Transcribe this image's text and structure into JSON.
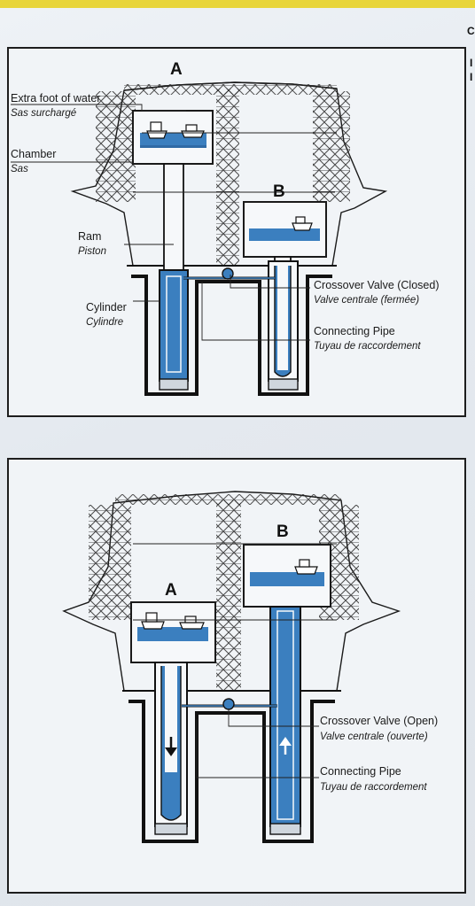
{
  "colors": {
    "water": "#3b7fbf",
    "line": "#1a1a1a",
    "panel": "#f1f4f7",
    "strip": "#e8d53a"
  },
  "edge_marks": [
    "C",
    "I",
    "I"
  ],
  "top_panel": {
    "caisson_a": "A",
    "caisson_b": "B",
    "labels": {
      "extra_foot_en": "Extra foot of water",
      "extra_foot_fr": "Sas surchargé",
      "chamber_en": "Chamber",
      "chamber_fr": "Sas",
      "ram_en": "Ram",
      "ram_fr": "Piston",
      "cylinder_en": "Cylinder",
      "cylinder_fr": "Cylindre",
      "valve_en": "Crossover Valve (Closed)",
      "valve_fr": "Valve centrale (fermée)",
      "pipe_en": "Connecting Pipe",
      "pipe_fr": "Tuyau de raccordement"
    }
  },
  "bottom_panel": {
    "caisson_a": "A",
    "caisson_b": "B",
    "labels": {
      "valve_en": "Crossover Valve (Open)",
      "valve_fr": "Valve centrale (ouverte)",
      "pipe_en": "Connecting Pipe",
      "pipe_fr": "Tuyau de raccordement"
    }
  }
}
